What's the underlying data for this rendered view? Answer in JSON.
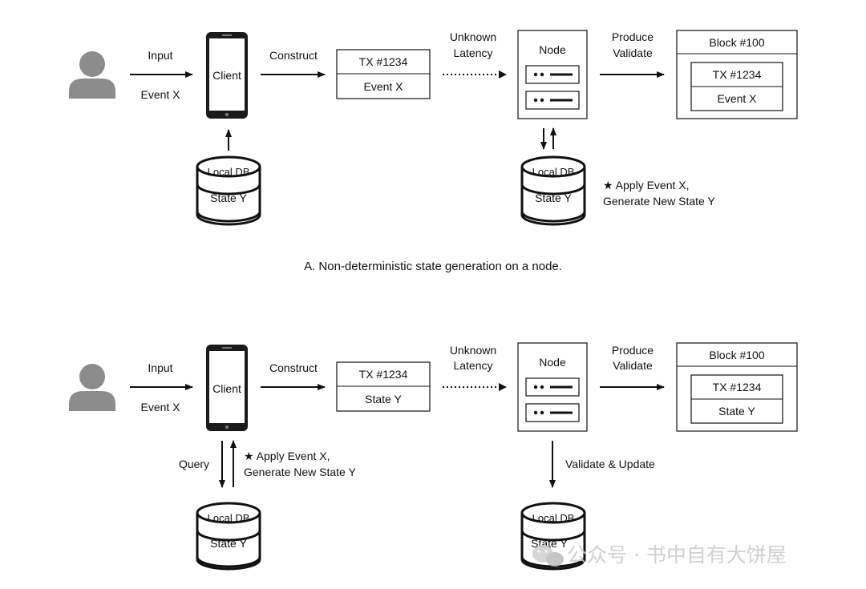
{
  "panel_a": {
    "input_label": "Input",
    "input_event": "Event X",
    "client_label": "Client",
    "construct_label": "Construct",
    "tx": {
      "title": "TX #1234",
      "body": "Event X"
    },
    "latency": {
      "line1": "Unknown",
      "line2": "Latency"
    },
    "node_label": "Node",
    "produce": {
      "line1": "Produce",
      "line2": "Validate"
    },
    "block": {
      "title": "Block #100",
      "tx_title": "TX #1234",
      "tx_body": "Event X"
    },
    "client_db": {
      "line1": "Local DB",
      "line2": "State Y"
    },
    "node_db": {
      "line1": "Local DB",
      "line2": "State Y"
    },
    "note": {
      "line1": "★ Apply Event X,",
      "line2": "Generate New State Y"
    },
    "caption": "A. Non-deterministic state generation on a node."
  },
  "panel_b": {
    "input_label": "Input",
    "input_event": "Event X",
    "client_label": "Client",
    "construct_label": "Construct",
    "tx": {
      "title": "TX #1234",
      "body": "State Y"
    },
    "latency": {
      "line1": "Unknown",
      "line2": "Latency"
    },
    "node_label": "Node",
    "produce": {
      "line1": "Produce",
      "line2": "Validate"
    },
    "block": {
      "title": "Block #100",
      "tx_title": "TX #1234",
      "tx_body": "State Y"
    },
    "query_label": "Query",
    "client_note": {
      "line1": "★ Apply Event X,",
      "line2": "Generate New State Y"
    },
    "validate_label": "Validate & Update",
    "client_db": {
      "line1": "Local DB",
      "line2": "State Y"
    },
    "node_db": {
      "line1": "Local DB",
      "line2": "State Y"
    }
  },
  "watermark": "公众号 · 书中自有大饼屋",
  "colors": {
    "person": "#8c8c8c",
    "stroke": "#111111",
    "phone": "#1a1a1a",
    "watermark": "#c9c9c9"
  },
  "icons": [
    "person-icon",
    "phone-icon",
    "server-icon",
    "database-icon",
    "wechat-logo-icon"
  ]
}
